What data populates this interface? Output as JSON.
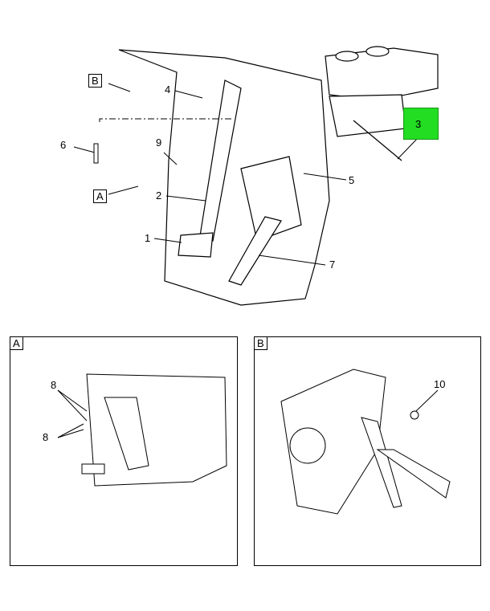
{
  "main_view": {
    "view_refs": [
      "B",
      "A"
    ],
    "callouts": [
      "4",
      "6",
      "9",
      "2",
      "1",
      "5",
      "7"
    ],
    "highlighted_callout": "3",
    "highlight_color": "#22dd22"
  },
  "inset_a": {
    "label": "A",
    "callouts": [
      "8",
      "8"
    ]
  },
  "inset_b": {
    "label": "B",
    "callouts": [
      "10"
    ]
  }
}
